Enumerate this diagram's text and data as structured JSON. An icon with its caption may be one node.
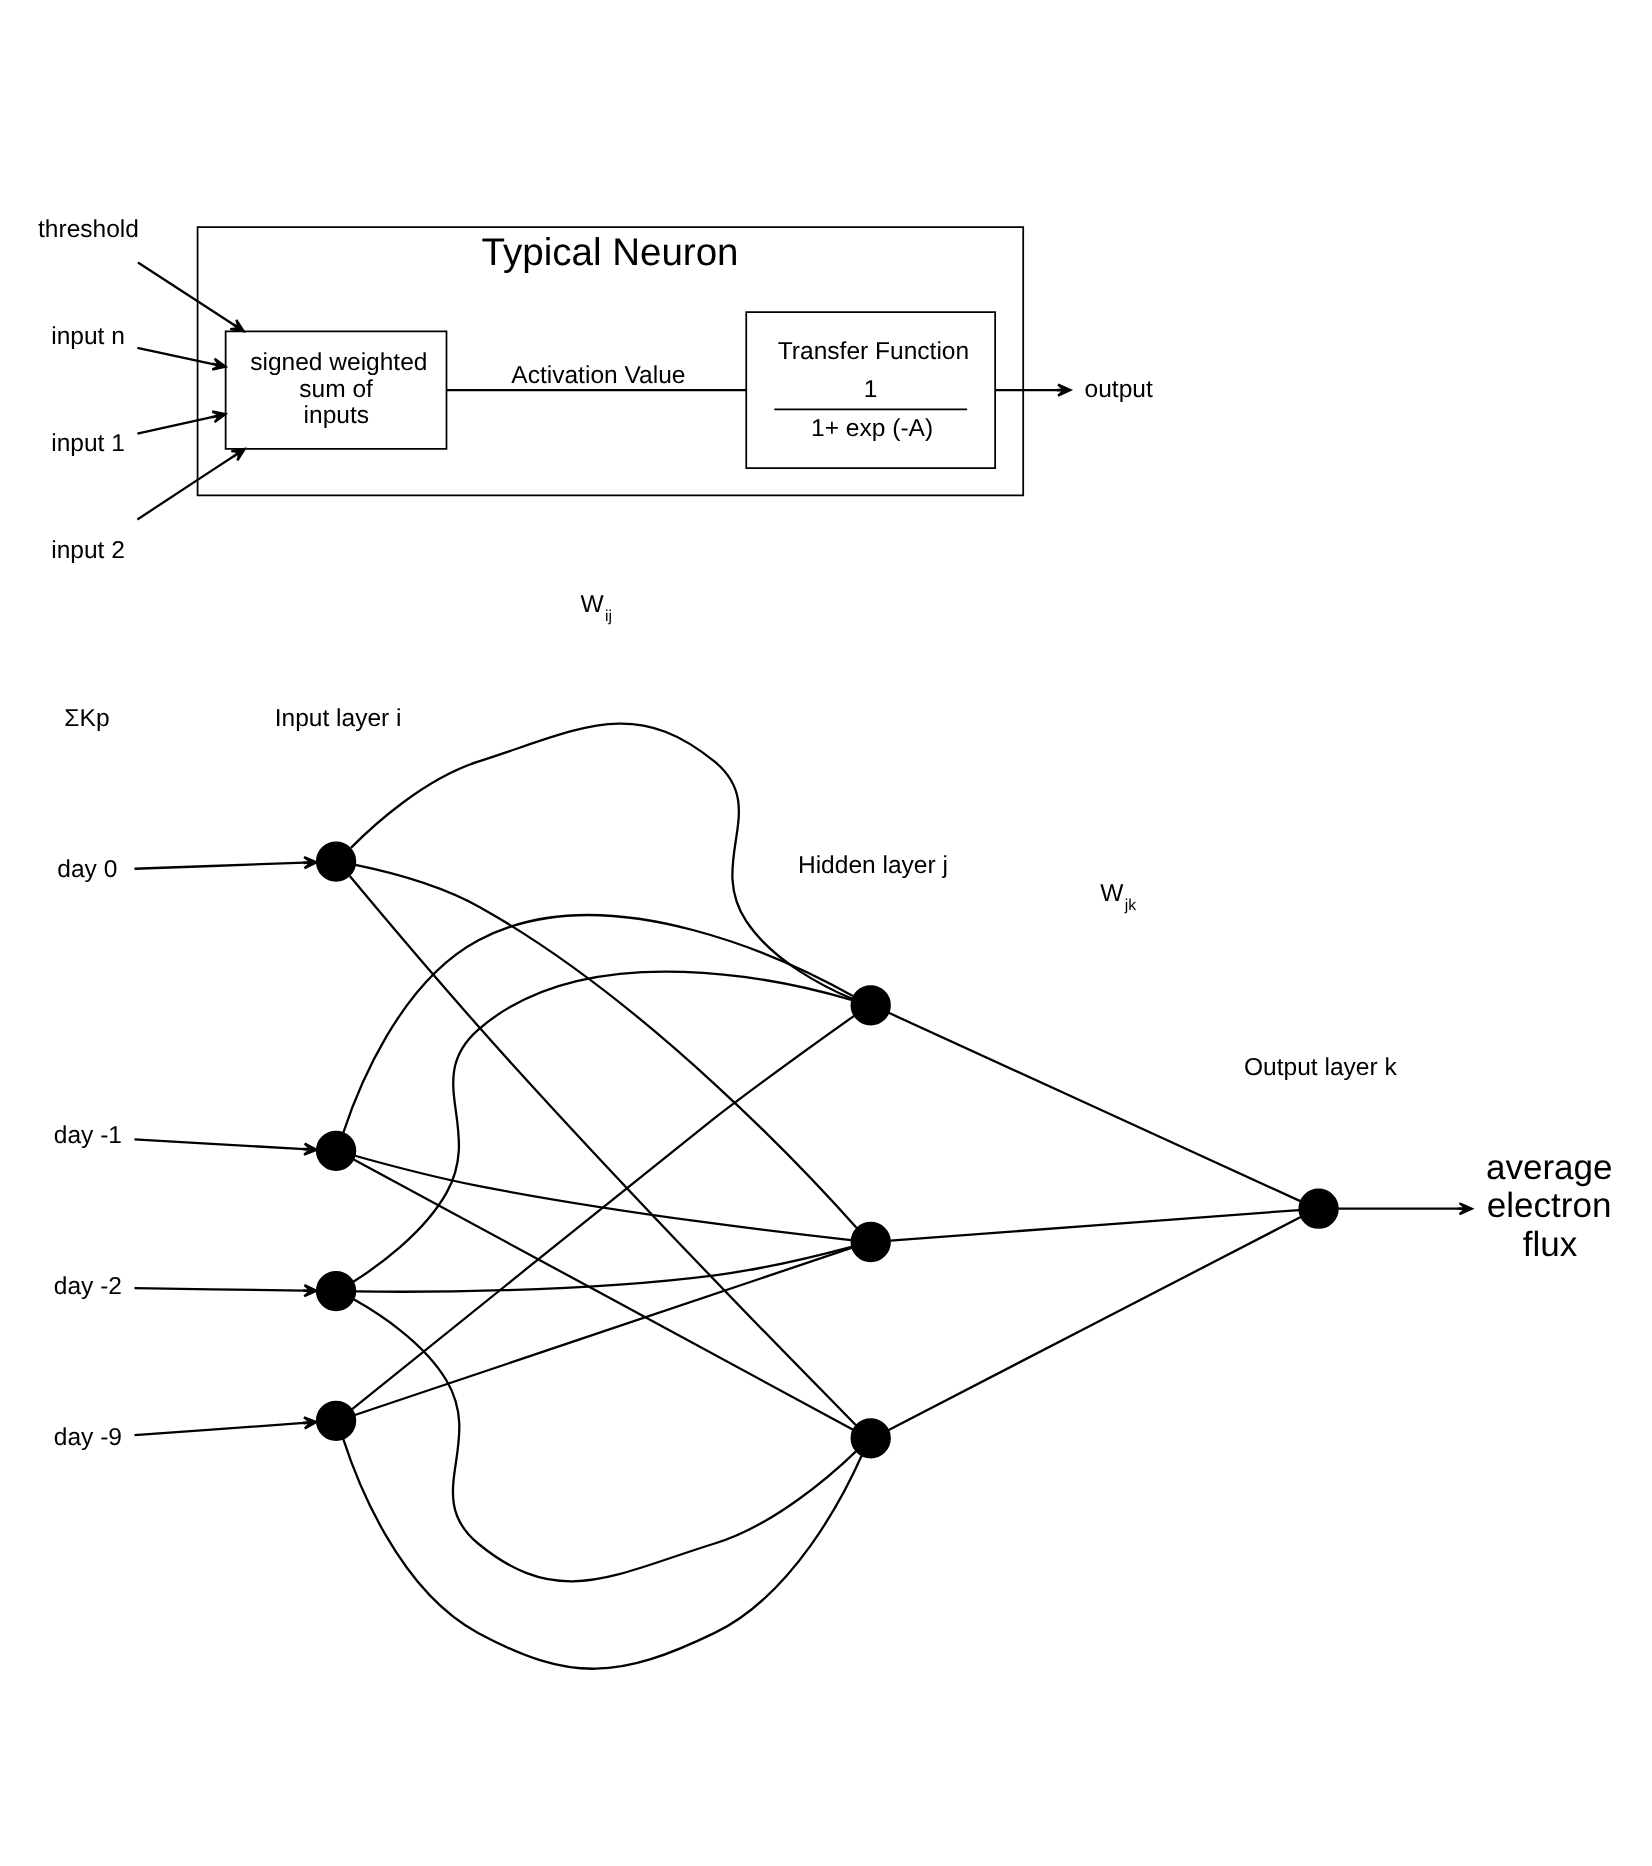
{
  "diagram": {
    "nodes": [
      {
        "text": [
          "day 0"
        ]
      },
      {
        "text": [
          "day -1"
        ]
      },
      {
        "text": [
          "day -2"
        ]
      },
      {
        "text": [
          "day -9"
        ]
      },
      {
        "text": [],
        "shape": "circle"
      },
      {
        "text": [],
        "shape": "circle"
      },
      {
        "text": [],
        "shape": "circle"
      },
      {
        "text": [],
        "shape": "circle"
      },
      {
        "text": [],
        "shape": "circle"
      },
      {
        "text": [],
        "shape": "circle"
      },
      {
        "text": [],
        "shape": "circle"
      },
      {
        "text": [],
        "shape": "circle"
      },
      {
        "text": [
          "average electron flux"
        ]
      },
      {
        "text": [
          "Typical Neuron"
        ]
      },
      {
        "text": [
          "signed weighted sum of inputs"
        ],
        "in": 13
      },
      {
        "text": [
          "Transfer Function",
          "1",
          "1+ exp (-A)"
        ],
        "in": 13
      },
      {
        "text": [
          "input 1"
        ]
      },
      {
        "text": [
          "input 2"
        ]
      },
      {
        "text": [
          "input n"
        ]
      },
      {
        "text": [
          "threshold"
        ]
      },
      {
        "text": [
          "output"
        ]
      }
    ],
    "edges": [
      {
        "from": 0,
        "to": 4,
        "arrow": "to"
      },
      {
        "from": 1,
        "to": 5,
        "arrow": "to"
      },
      {
        "from": 2,
        "to": 6,
        "arrow": "to"
      },
      {
        "from": 3,
        "to": 7,
        "arrow": "to"
      },
      {
        "from": 4,
        "to": 8,
        "arrow": "none"
      },
      {
        "from": 4,
        "to": 9,
        "arrow": "none"
      },
      {
        "from": 4,
        "to": 10,
        "arrow": "none"
      },
      {
        "from": 5,
        "to": 8,
        "arrow": "none"
      },
      {
        "from": 5,
        "to": 9,
        "arrow": "none"
      },
      {
        "from": 5,
        "to": 10,
        "arrow": "none"
      },
      {
        "from": 6,
        "to": 8,
        "arrow": "none"
      },
      {
        "from": 6,
        "to": 9,
        "arrow": "none"
      },
      {
        "from": 6,
        "to": 10,
        "arrow": "none"
      },
      {
        "from": 7,
        "to": 8,
        "arrow": "none"
      },
      {
        "from": 7,
        "to": 9,
        "arrow": "none"
      },
      {
        "from": 7,
        "to": 10,
        "arrow": "none"
      },
      {
        "from": 8,
        "to": 11,
        "arrow": "none"
      },
      {
        "from": 9,
        "to": 11,
        "arrow": "none"
      },
      {
        "from": 10,
        "to": 11,
        "arrow": "none"
      },
      {
        "from": 11,
        "to": 12,
        "arrow": "to"
      },
      {
        "from": 16,
        "to": 14,
        "arrow": "to"
      },
      {
        "from": 17,
        "to": 14,
        "arrow": "to"
      },
      {
        "from": 18,
        "to": 14,
        "arrow": "to"
      },
      {
        "from": 19,
        "to": 14,
        "arrow": "to"
      },
      {
        "from": 14,
        "to": 15,
        "arrow": "none",
        "label": "Activation Value"
      },
      {
        "from": 15,
        "to": 20,
        "arrow": "to"
      }
    ],
    "labels": [
      "Input layer i",
      "Hidden layer j",
      "Output layer k",
      "ΣKp",
      "W$_{ij}$",
      "W$_{jk}$"
    ]
  }
}
